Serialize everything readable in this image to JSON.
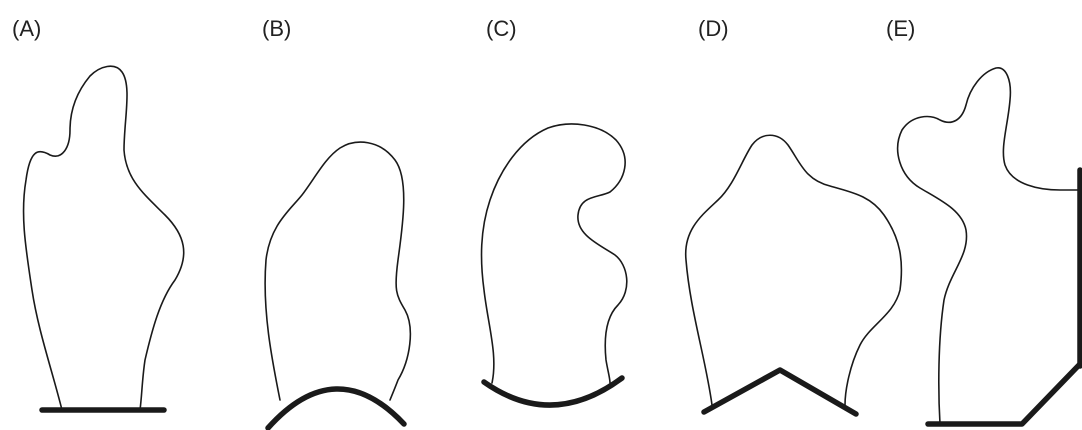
{
  "panels": [
    {
      "label": "(A)",
      "base_shape": "flat"
    },
    {
      "label": "(B)",
      "base_shape": "convex-arc"
    },
    {
      "label": "(C)",
      "base_shape": "concave-arc"
    },
    {
      "label": "(D)",
      "base_shape": "inverted-v"
    },
    {
      "label": "(E)",
      "base_shape": "corner-with-wall"
    }
  ],
  "colors": {
    "stroke": "#1a1a1a",
    "background": "#ffffff",
    "label": "#222222"
  }
}
